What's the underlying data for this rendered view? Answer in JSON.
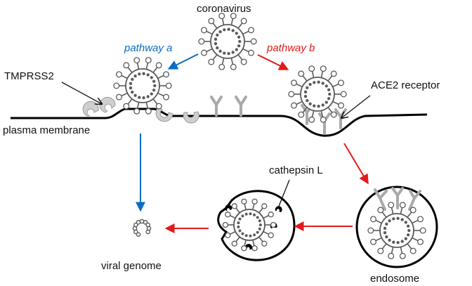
{
  "labels": {
    "coronavirus": "coronavirus",
    "pathway_a": "pathway a",
    "pathway_b": "pathway b",
    "tmprss2": "TMPRSS2",
    "ace2_receptor": "ACE2 receptor",
    "plasma_membrane": "plasma membrane",
    "cathepsin_l": "cathepsin L",
    "viral_genome": "viral genome",
    "endosome": "endosome"
  },
  "colors": {
    "pathway_a": "#0a6cc2",
    "pathway_b": "#e21b1b",
    "membrane": "#000000",
    "receptor": "#a9a9a9",
    "virus": "#5a5a5a"
  }
}
